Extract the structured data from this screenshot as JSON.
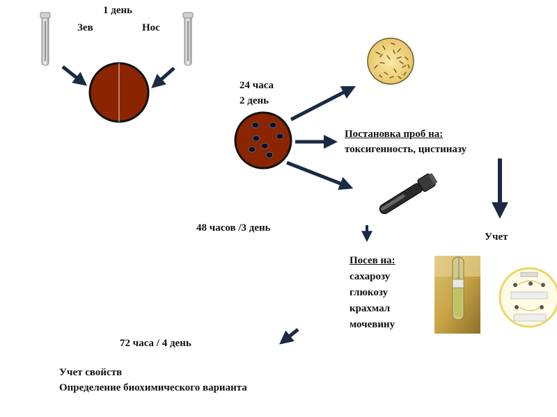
{
  "day1": {
    "title": "1 день",
    "throat": "Зев",
    "nose": "Нос"
  },
  "day2": {
    "time": "24 часа",
    "day": "2 день"
  },
  "tests": {
    "heading": "Постановка проб на:",
    "items": "токсигенность, цистиназу"
  },
  "day3": {
    "time": "48 часов /3 день"
  },
  "record_right": "Учет",
  "inoculation": {
    "heading": "Посев на:",
    "media": [
      "сахарозу",
      "глюкозу",
      "крахмал",
      "мочевину"
    ]
  },
  "day4": {
    "time": "72 часа / 4 день"
  },
  "final": {
    "line1": "Учет свойств",
    "line2": "Определение биохимического варианта"
  },
  "colors": {
    "agar": "#8b2500",
    "arrow": "#1a2a45",
    "colony": "#0b0b2e",
    "micro": "#f2d98a"
  }
}
